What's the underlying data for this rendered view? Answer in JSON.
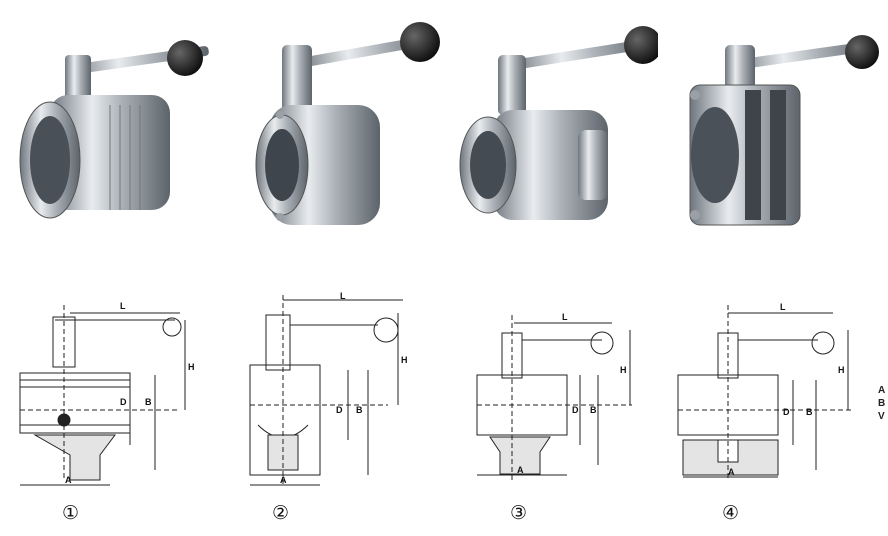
{
  "valves": [
    {
      "id": 1,
      "number": "①",
      "type": "threaded"
    },
    {
      "id": 2,
      "number": "②",
      "type": "welded"
    },
    {
      "id": 3,
      "number": "③",
      "type": "clamp"
    },
    {
      "id": 4,
      "number": "④",
      "type": "flanged"
    }
  ],
  "dimension_labels": {
    "L": "L",
    "H": "H",
    "D": "D",
    "B": "B",
    "A": "A"
  },
  "edge_text": [
    "A",
    "B",
    "V"
  ],
  "colors": {
    "steel": "#c9cdd2",
    "steel_dark": "#7d848c",
    "handle_ball": "#1a1a1a",
    "line": "#222222"
  }
}
